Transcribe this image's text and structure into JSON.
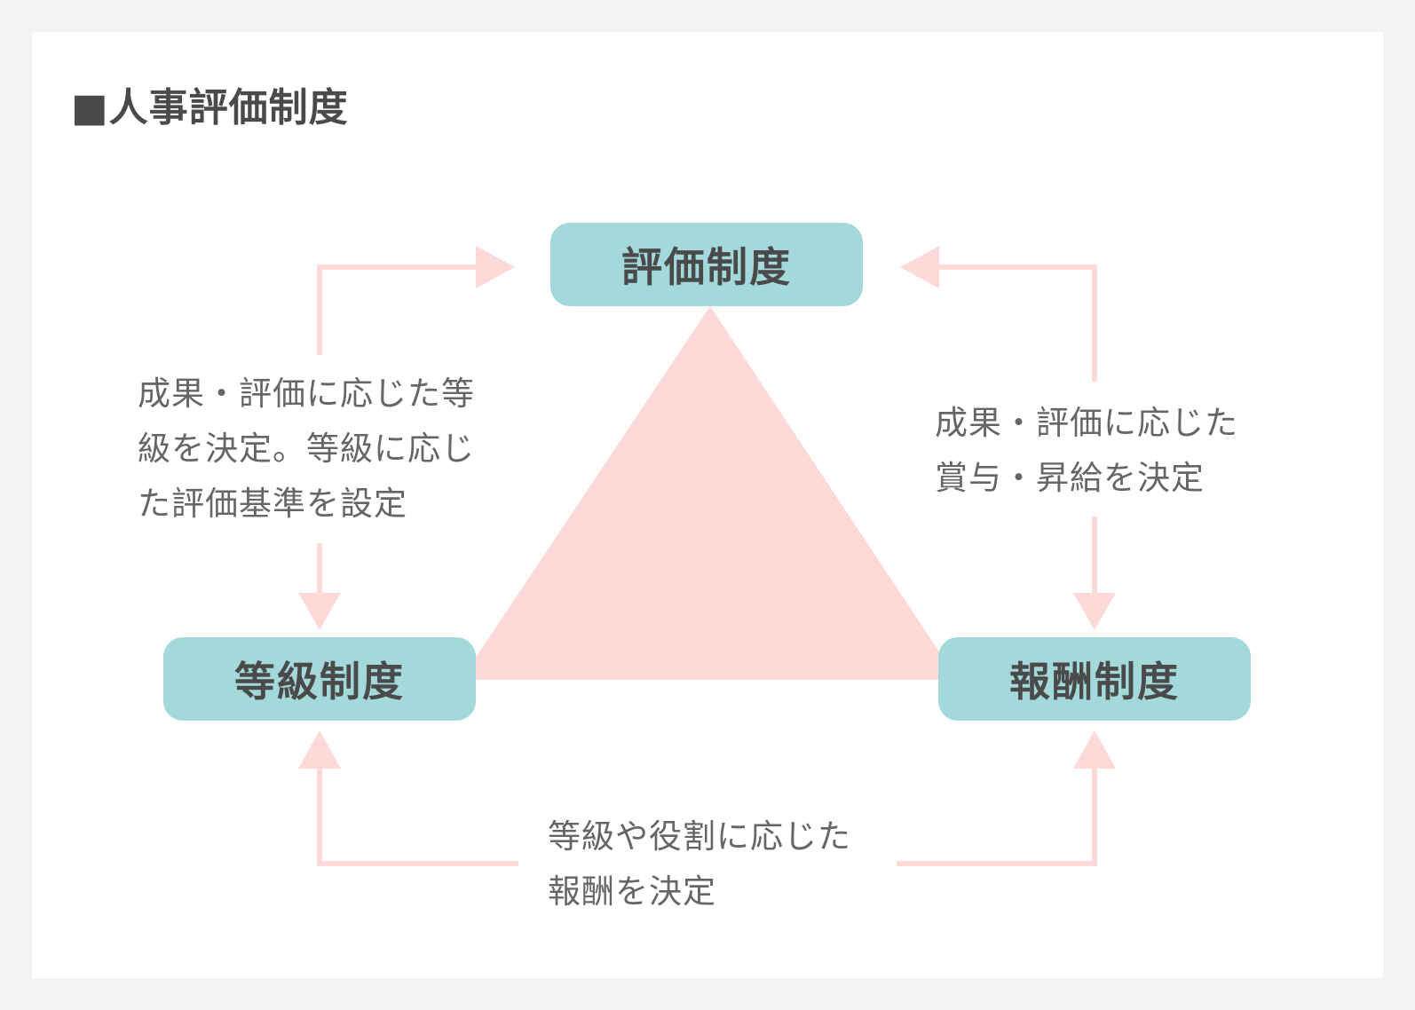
{
  "page_title": "■人事評価制度",
  "colors": {
    "background": "#f2f2f2",
    "card": "#ffffff",
    "node_fill": "#a3d9da",
    "triangle_fill": "#fdd9d7",
    "arrow_color": "#fdd9d7",
    "heading_text": "#4a4a4a",
    "description_text": "#666666"
  },
  "nodes": {
    "top": "評価制度",
    "bottom_left": "等級制度",
    "bottom_right": "報酬制度"
  },
  "descriptions": {
    "left": [
      "成果・評価に応じた等",
      "級を決定。等級に応じ",
      "た評価基準を設定"
    ],
    "right": [
      "成果・評価に応じた",
      "賞与・昇給を決定"
    ],
    "bottom": [
      "等級や役割に応じた",
      "報酬を決定"
    ]
  }
}
